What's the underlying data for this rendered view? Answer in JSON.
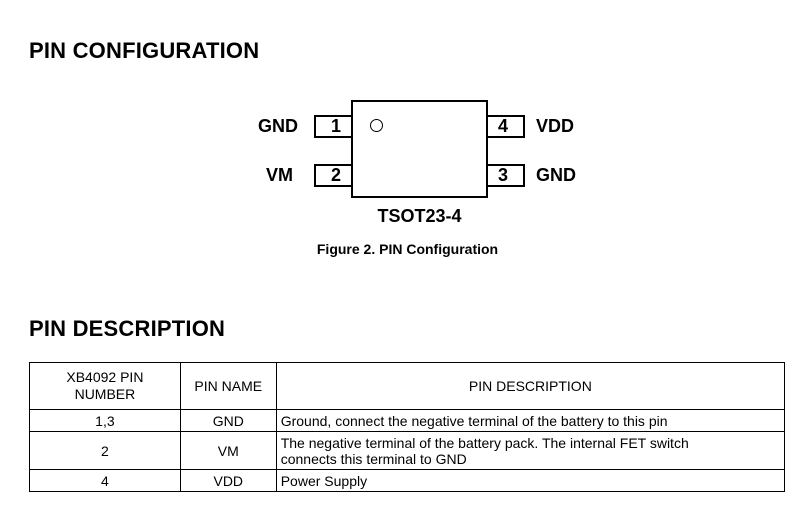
{
  "section_pin_config": {
    "title": "PIN CONFIGURATION"
  },
  "diagram": {
    "package_name": "TSOT23-4",
    "caption": "Figure 2.  PIN Configuration",
    "pins": [
      {
        "number": "1",
        "name": "GND"
      },
      {
        "number": "2",
        "name": "VM"
      },
      {
        "number": "3",
        "name": "GND"
      },
      {
        "number": "4",
        "name": "VDD"
      }
    ]
  },
  "section_pin_desc": {
    "title": "PIN DESCRIPTION"
  },
  "table": {
    "headers": [
      "XB4092 PIN NUMBER",
      "PIN NAME",
      "PIN DESCRIPTION"
    ],
    "header_number_lines": [
      "XB4092 PIN",
      "NUMBER"
    ],
    "rows": [
      {
        "number": "1,3",
        "name": "GND",
        "description": "Ground, connect the negative terminal of the battery to this pin"
      },
      {
        "number": "2",
        "name": "VM",
        "description_lines": [
          "The negative terminal of the battery pack. The internal FET switch",
          "connects this terminal to GND"
        ]
      },
      {
        "number": "4",
        "name": "VDD",
        "description": "Power Supply"
      }
    ]
  }
}
